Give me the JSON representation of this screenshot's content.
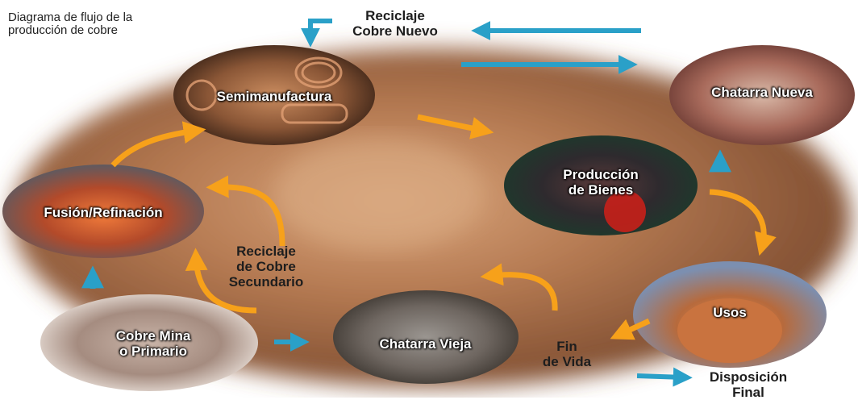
{
  "title": "Diagrama de flujo de la\nproducción de cobre",
  "nodes": {
    "semimanufactura": "Semimanufactura",
    "chatarra_nueva": "Chatarra Nueva",
    "produccion_bienes": "Producción\nde Bienes",
    "fusion_refinacion": "Fusión/Refinación",
    "usos": "Usos",
    "cobre_mina": "Cobre Mina\no Primario",
    "chatarra_vieja": "Chatarra Vieja"
  },
  "labels": {
    "reciclaje_cobre_nuevo": "Reciclaje\nCobre Nuevo",
    "reciclaje_cobre_secundario": "Reciclaje\nde Cobre\nSecundario",
    "fin_de_vida": "Fin\nde Vida",
    "disposicion_final": "Disposición\nFinal"
  },
  "colors": {
    "flow_arrow": "#f7a11a",
    "recycle_arrow": "#2aa0c8",
    "background": "#b07a55"
  }
}
